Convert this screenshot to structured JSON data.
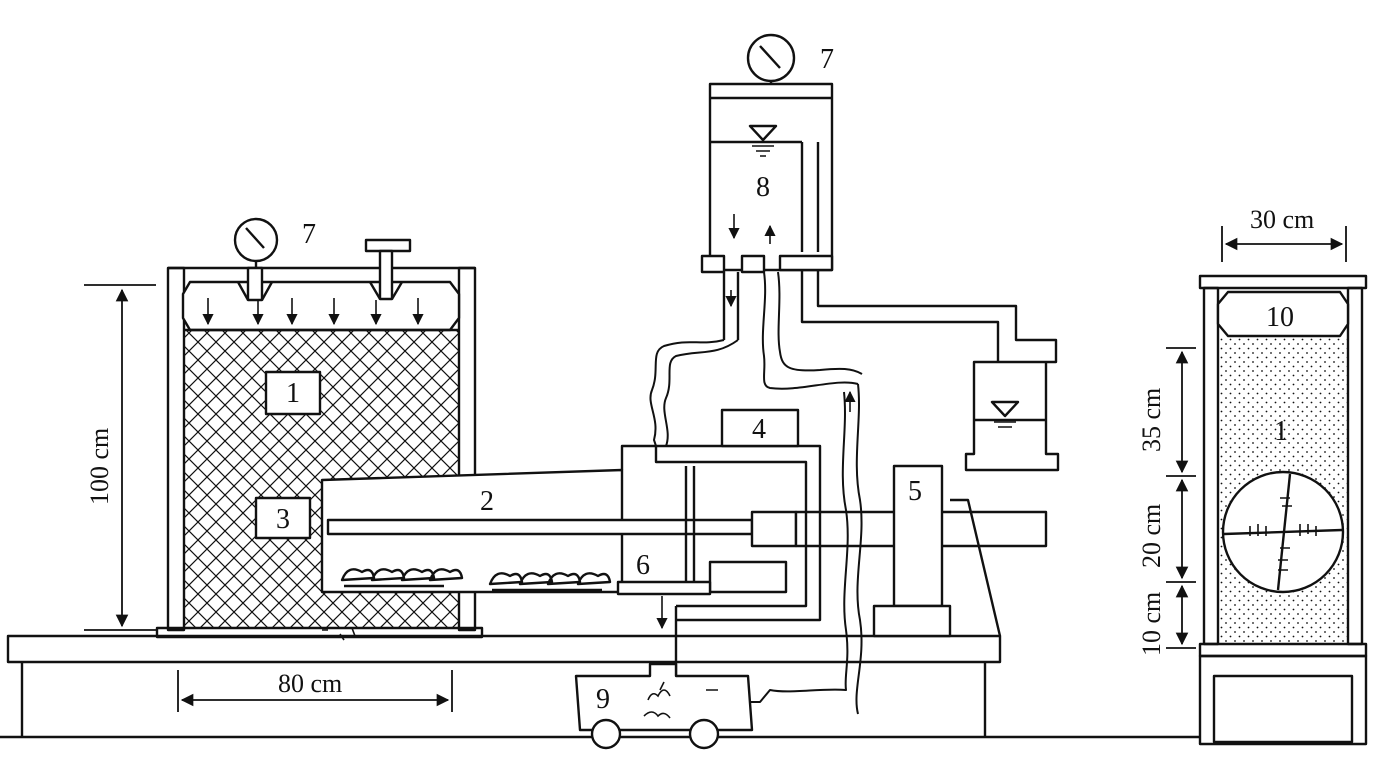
{
  "diagram": {
    "component_labels": {
      "soil_tank": "1",
      "shield_machine": "2",
      "face_chamber": "3",
      "drive_unit": "4",
      "support_frame": "5",
      "screw_conveyor": "6",
      "gauge_top": "7",
      "gauge_tank": "7",
      "water_tank": "8",
      "spoil_cart": "9",
      "cross_section_cap": "10",
      "cross_section_soil": "1"
    },
    "dimensions": {
      "tank_height": "100 cm",
      "tank_width": "80 cm",
      "section_width": "30 cm",
      "cover_depth": "35 cm",
      "tunnel_diameter": "20 cm",
      "base_depth": "10 cm"
    }
  }
}
